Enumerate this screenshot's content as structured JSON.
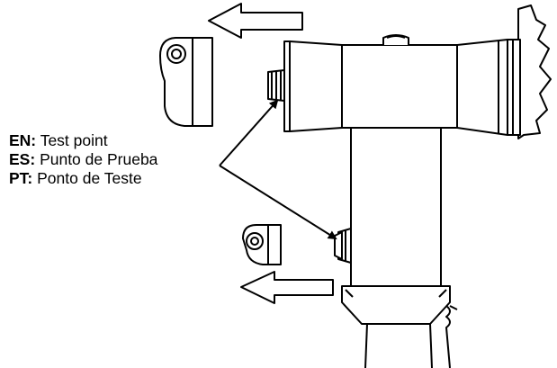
{
  "legend": [
    {
      "code": "EN:",
      "text": "Test point"
    },
    {
      "code": "ES:",
      "text": "Punto de Prueba"
    },
    {
      "code": "PT:",
      "text": "Ponto de Teste"
    }
  ],
  "colors": {
    "line": "#000000",
    "fill": "#ffffff"
  }
}
